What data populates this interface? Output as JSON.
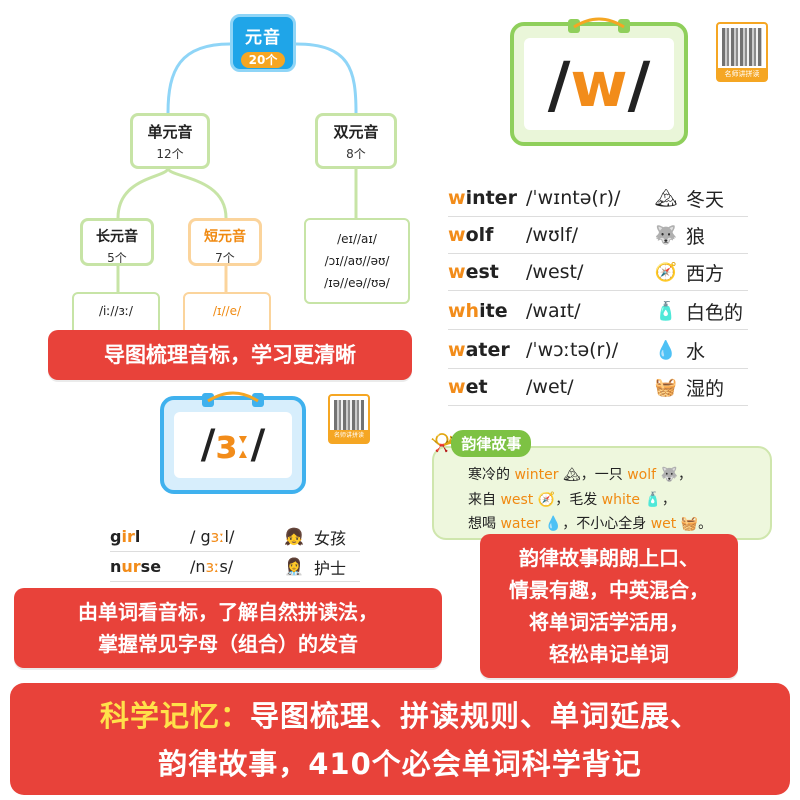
{
  "mindmap": {
    "root": {
      "title": "元音",
      "count": "20个"
    },
    "mono": {
      "title": "单元音",
      "count": "12个"
    },
    "di": {
      "title": "双元音",
      "count": "8个"
    },
    "long": {
      "title": "长元音",
      "count": "5个"
    },
    "short": {
      "title": "短元音",
      "count": "7个"
    },
    "di_ipa": [
      "/eɪ//aɪ/",
      "/ɔɪ//aʊ//əʊ/",
      "/ɪə//eə//ʊə/"
    ],
    "long_ipa": [
      "/iː//ɜː/"
    ],
    "short_ipa": [
      "/ɪ//e/"
    ]
  },
  "banners": {
    "mindmap": "导图梳理音标，学习更清晰",
    "spelling_1": "由单词看音标，了解自然拼读法，",
    "spelling_2": "掌握常见字母（组合）的发音",
    "story_1": "韵律故事朗朗上口、",
    "story_2": "情景有趣，中英混合，",
    "story_3": "将单词活学活用，",
    "story_4": "轻松串记单词"
  },
  "card_w": {
    "slash_l": "/",
    "phoneme": "w",
    "slash_r": "/"
  },
  "card_er": {
    "slash_l": "/",
    "phoneme": "ɜː",
    "slash_r": "/"
  },
  "qr_label": "名师讲拼读",
  "words_w": [
    {
      "hl": "w",
      "rest": "inter",
      "ipa": "/ˈwɪntə(r)/",
      "icon": "🏔",
      "zh": "冬天"
    },
    {
      "hl": "w",
      "rest": "olf",
      "ipa": "/wʊlf/",
      "icon": "🐺",
      "zh": "狼"
    },
    {
      "hl": "w",
      "rest": "est",
      "ipa": "/west/",
      "icon": "🧭",
      "zh": "西方"
    },
    {
      "hl": "wh",
      "rest": "ite",
      "ipa": "/waɪt/",
      "icon": "🧴",
      "zh": "白色的"
    },
    {
      "hl": "w",
      "rest": "ater",
      "ipa": "/ˈwɔːtə(r)/",
      "icon": "💧",
      "zh": "水"
    },
    {
      "hl": "w",
      "rest": "et",
      "ipa": "/wet/",
      "icon": "🧺",
      "zh": "湿的"
    }
  ],
  "words_er": [
    {
      "pre": "g",
      "hl": "ir",
      "rest": "l",
      "ipa_pre": "/ g",
      "ipa_hl": "ɜː",
      "ipa_rest": "l/",
      "icon": "👧",
      "zh": "女孩"
    },
    {
      "pre": "n",
      "hl": "ur",
      "rest": "se",
      "ipa_pre": "/n",
      "ipa_hl": "ɜː",
      "ipa_rest": "s/",
      "icon": "👩‍⚕️",
      "zh": "护士"
    }
  ],
  "story": {
    "title": "韵律故事",
    "l1a": "寒冷的 ",
    "l1b": "winter",
    "l1c": "，一只 ",
    "l1d": "wolf",
    "l1e": "，",
    "l2a": "来自 ",
    "l2b": "west",
    "l2c": "，毛发 ",
    "l2d": "white",
    "l2e": "，",
    "l3a": "想喝 ",
    "l3b": "water",
    "l3c": "，不小心全身 ",
    "l3d": "wet",
    "l3e": "。"
  },
  "bottom": {
    "highlight": "科学记忆：",
    "line1": "导图梳理、拼读规则、单词延展、",
    "line2": "韵律故事，410个必会单词科学背记"
  },
  "colors": {
    "red": "#e8423a",
    "orange": "#f28c1a",
    "green": "#8fcf5b",
    "blue": "#1fa5e8"
  }
}
